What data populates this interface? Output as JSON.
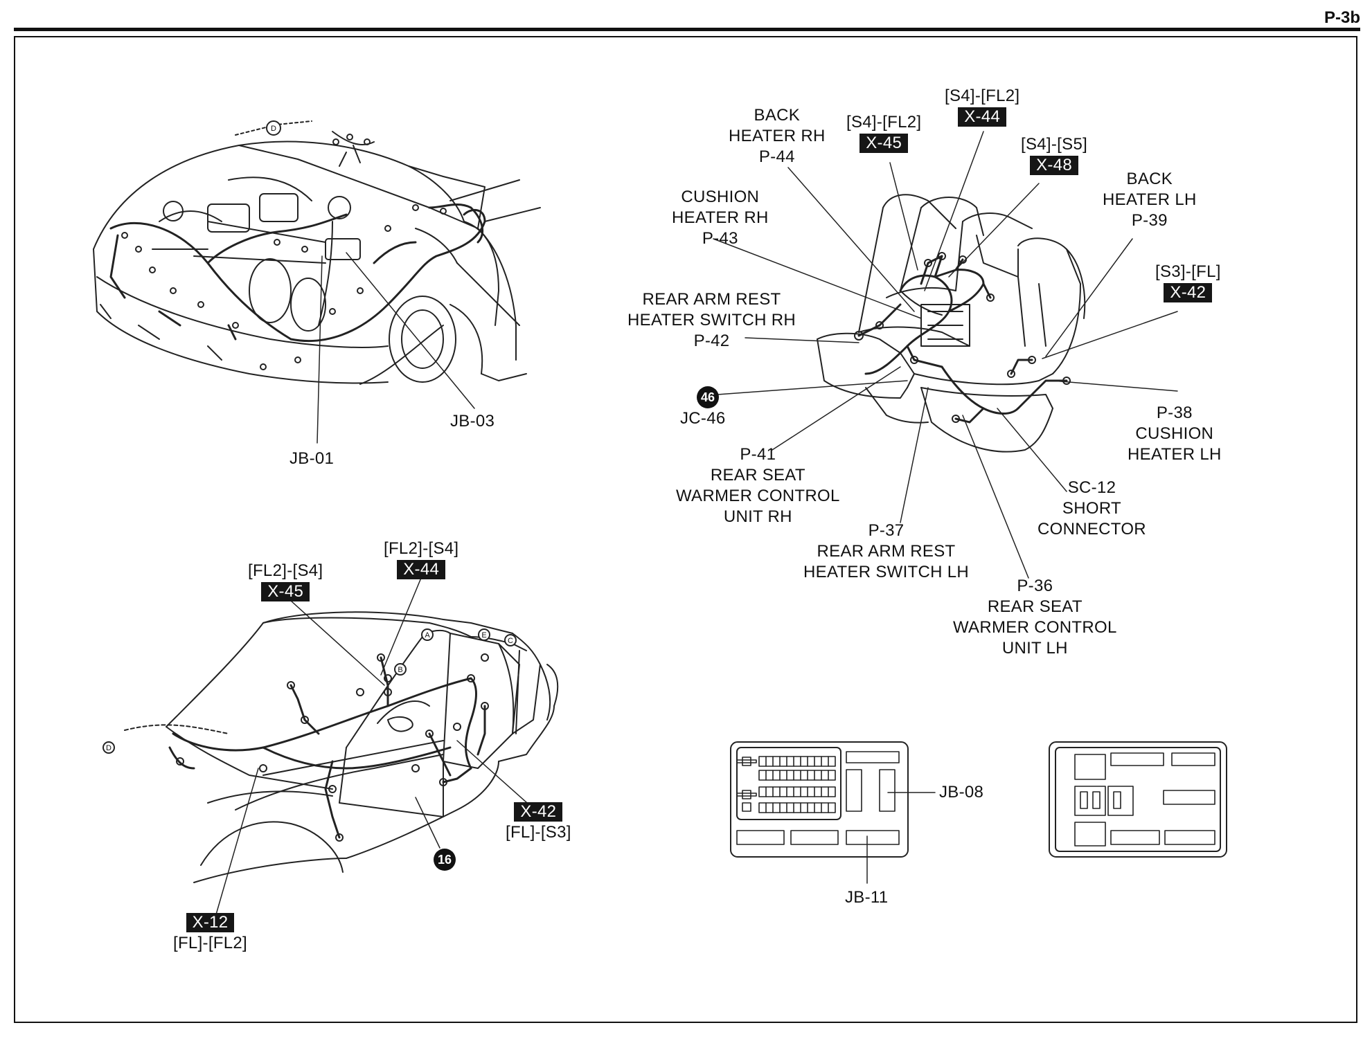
{
  "page": {
    "number": "P-3b"
  },
  "engine_bay": {
    "jb01": "JB-01",
    "jb03": "JB-03",
    "marker_d": "D"
  },
  "rear_seat": {
    "p44": [
      "BACK",
      "HEATER RH",
      "P-44"
    ],
    "x45": {
      "route": "[S4]-[FL2]",
      "conn": "X-45"
    },
    "x44": {
      "route": "[S4]-[FL2]",
      "conn": "X-44"
    },
    "x48": {
      "route": "[S4]-[S5]",
      "conn": "X-48"
    },
    "p39": [
      "BACK",
      "HEATER LH",
      "P-39"
    ],
    "p43": [
      "CUSHION",
      "HEATER RH",
      "P-43"
    ],
    "x42": {
      "route": "[S3]-[FL]",
      "conn": "X-42"
    },
    "p42": [
      "REAR ARM REST",
      "HEATER SWITCH RH",
      "P-42"
    ],
    "jc46": {
      "dot": "46",
      "label": "JC-46"
    },
    "p38": [
      "P-38",
      "CUSHION",
      "HEATER LH"
    ],
    "p41": [
      "P-41",
      "REAR SEAT",
      "WARMER CONTROL",
      "UNIT RH"
    ],
    "sc12": [
      "SC-12",
      "SHORT",
      "CONNECTOR"
    ],
    "p37": [
      "P-37",
      "REAR ARM REST",
      "HEATER SWITCH LH"
    ],
    "p36": [
      "P-36",
      "REAR SEAT",
      "WARMER CONTROL",
      "UNIT LH"
    ]
  },
  "body_side": {
    "x45": {
      "route": "[FL2]-[S4]",
      "conn": "X-45"
    },
    "x44": {
      "route": "[FL2]-[S4]",
      "conn": "X-44"
    },
    "x42": {
      "conn": "X-42",
      "route": "[FL]-[S3]"
    },
    "x12": {
      "conn": "X-12",
      "route": "[FL]-[FL2]"
    },
    "ground": "16",
    "markers": {
      "a": "A",
      "b": "B",
      "c": "C",
      "d": "D",
      "e": "E"
    }
  },
  "junction": {
    "jb08": "JB-08",
    "jb11": "JB-11"
  }
}
